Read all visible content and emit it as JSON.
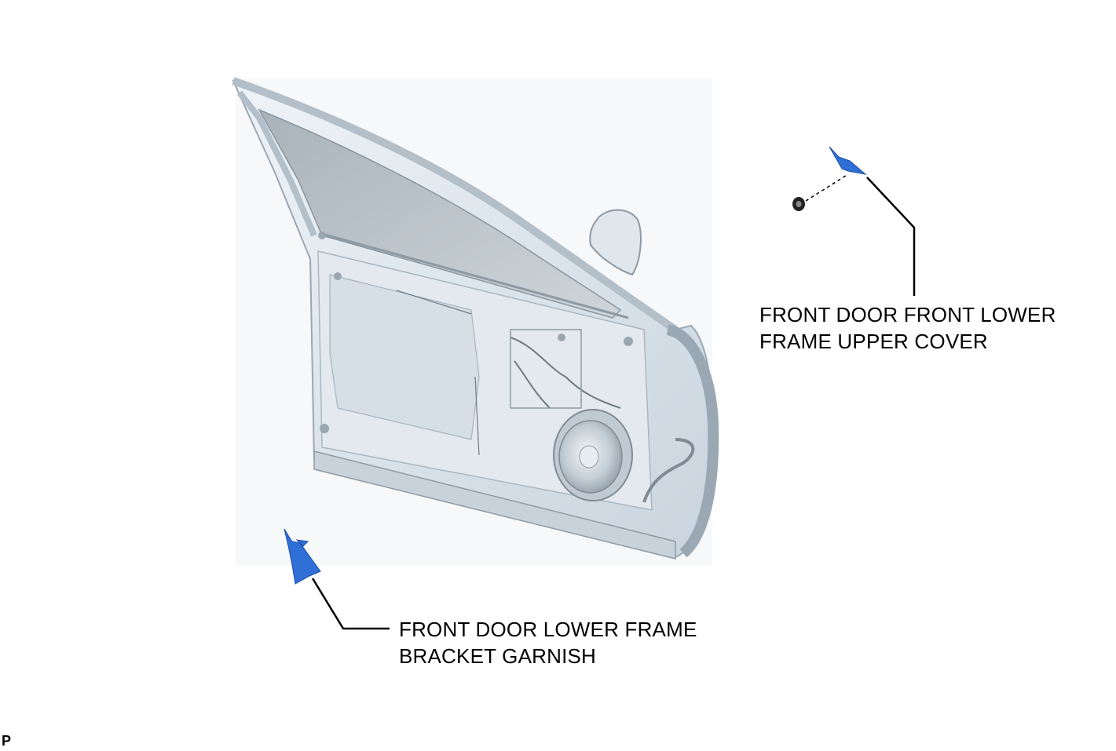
{
  "labels": {
    "upper_cover": {
      "line1": "FRONT DOOR FRONT LOWER",
      "line2": "FRAME UPPER COVER"
    },
    "bracket_garnish": {
      "line1": "FRONT DOOR LOWER FRAME",
      "line2": "BRACKET GARNISH"
    }
  },
  "corner_code": "P",
  "colors": {
    "part_highlight": "#2f6fd6",
    "door_fill": "#d9e2ea",
    "door_outline": "#9aa8b4",
    "glass": "#b9c2c8",
    "leader_line": "#000000"
  },
  "icons": [
    "door-assembly",
    "upper-cover-part",
    "bracket-garnish-part",
    "nut-fastener"
  ]
}
